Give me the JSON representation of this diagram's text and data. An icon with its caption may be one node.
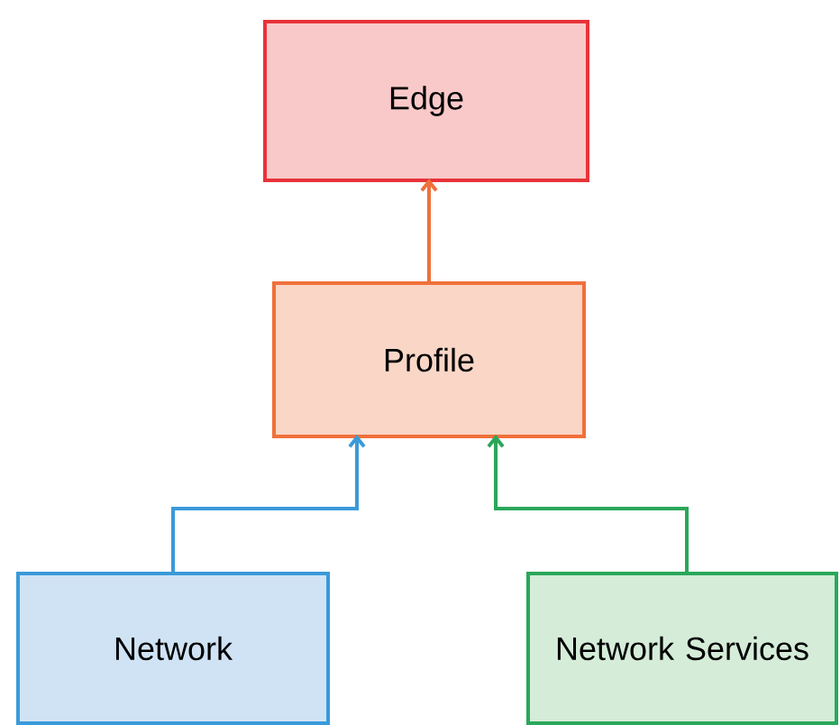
{
  "diagram": {
    "nodes": [
      {
        "text": [
          "Edge"
        ]
      },
      {
        "text": [
          "Profile"
        ]
      },
      {
        "text": [
          "Network"
        ]
      },
      {
        "text": [
          "Network Services"
        ]
      }
    ],
    "edges": [
      {
        "from": 1,
        "to": 0,
        "arrow": "to",
        "color": "#f0703a"
      },
      {
        "from": 2,
        "to": 1,
        "arrow": "to",
        "color": "#3a9ad9"
      },
      {
        "from": 3,
        "to": 1,
        "arrow": "to",
        "color": "#2aa75a"
      }
    ]
  }
}
